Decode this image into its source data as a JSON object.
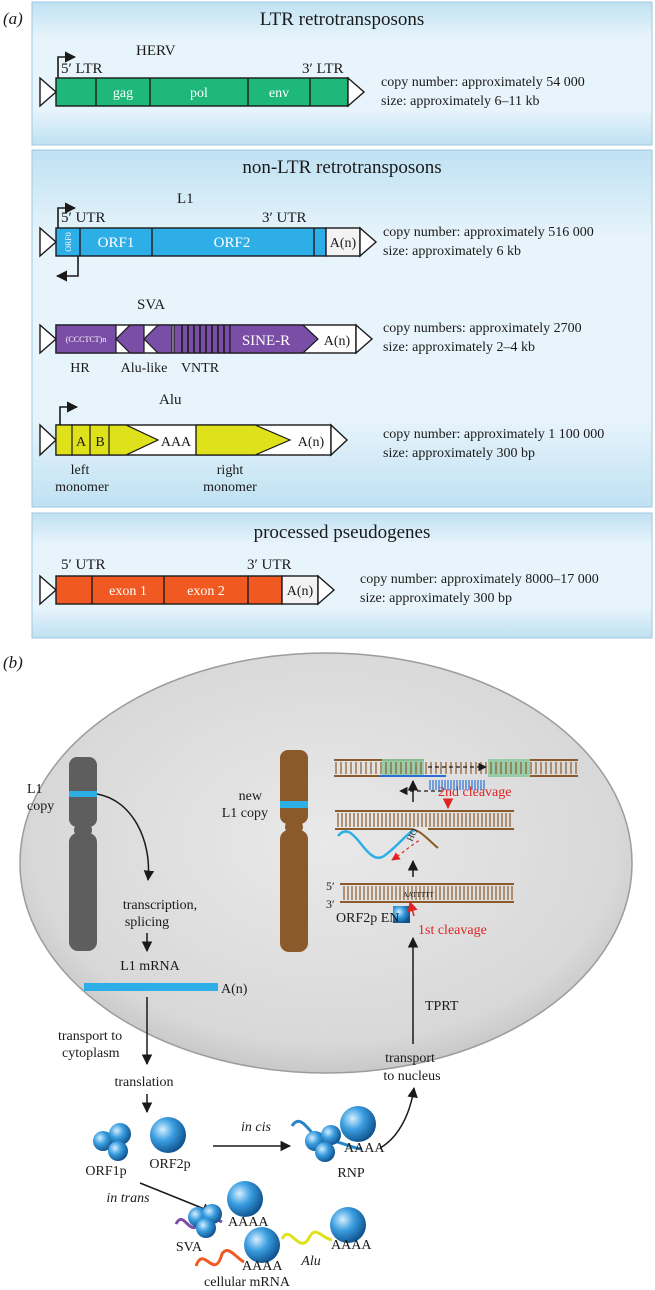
{
  "panel_a": {
    "label": "(a)",
    "ltr": {
      "title": "LTR retrotransposons",
      "herv": {
        "name": "HERV",
        "five_ltr": "5′ LTR",
        "three_ltr": "3′ LTR",
        "gag": "gag",
        "pol": "pol",
        "env": "env",
        "copy": "copy number: approximately 54 000",
        "size": "size: approximately 6–11 kb"
      }
    },
    "non_ltr": {
      "title": "non-LTR retrotransposons",
      "l1": {
        "name": "L1",
        "five_utr": "5′ UTR",
        "three_utr": "3′ UTR",
        "orf0": "ORF0",
        "orf1": "ORF1",
        "orf2": "ORF2",
        "polya": "A(n)",
        "copy": "copy number: approximately 516 000",
        "size": "size:  approximately 6 kb"
      },
      "sva": {
        "name": "SVA",
        "hr_seq": "(CCCTCT)n",
        "sine_r": "SINE-R",
        "polya": "A(n)",
        "hr": "HR",
        "alu_like": "Alu-like",
        "vntr": "VNTR",
        "copy": "copy numbers: approximately 2700",
        "size": "size: approximately 2–4 kb"
      },
      "alu": {
        "name": "Alu",
        "a": "A",
        "b": "B",
        "aaa": "AAA",
        "polya": "A(n)",
        "left1": "left",
        "left2": "monomer",
        "right1": "right",
        "right2": "monomer",
        "copy": "copy number: approximately 1 100 000",
        "size": "size: approximately 300 bp"
      }
    },
    "pseudo": {
      "title": "processed pseudogenes",
      "five_utr": "5′ UTR",
      "three_utr": "3′ UTR",
      "exon1": "exon 1",
      "exon2": "exon 2",
      "polya": "A(n)",
      "copy": "copy number: approximately 8000–17 000",
      "size": "size: approximately 300 bp"
    }
  },
  "panel_b": {
    "label": "(b)",
    "l1_copy_1": "L1",
    "l1_copy_2": "copy",
    "transcription_1": "transcription,",
    "transcription_2": "splicing",
    "l1_mrna": "L1 mRNA",
    "mrna_polya": "A(n)",
    "transport_cyto_1": "transport to",
    "transport_cyto_2": "cytoplasm",
    "translation": "translation",
    "orf1p": "ORF1p",
    "orf2p": "ORF2p",
    "in_cis": "in cis",
    "in_trans": "in trans",
    "rnp": "RNP",
    "aaaa": "AAAA",
    "transport_nuc_1": "transport",
    "transport_nuc_2": "to nucleus",
    "tprt": "TPRT",
    "new_copy_1": "new",
    "new_copy_2": "L1 copy",
    "orf2p_en": "ORF2p EN",
    "first_cleavage": "1st cleavage",
    "second_cleavage": "2nd cleavage",
    "five_prime": "5′",
    "three_prime": "3′",
    "aattttt": "AATTTTT",
    "ho": "HO",
    "sva": "SVA",
    "alu": "Alu",
    "cellular_mrna": "cellular mRNA",
    "colors": {
      "green": "#1db87a",
      "blue": "#2eaee6",
      "purple": "#7a4ea6",
      "yellow": "#dfe21a",
      "orange": "#f05a22",
      "red": "#e02424",
      "chromosome_grey": "#5e5e5e",
      "chromosome_brown": "#8b5a2b"
    }
  }
}
